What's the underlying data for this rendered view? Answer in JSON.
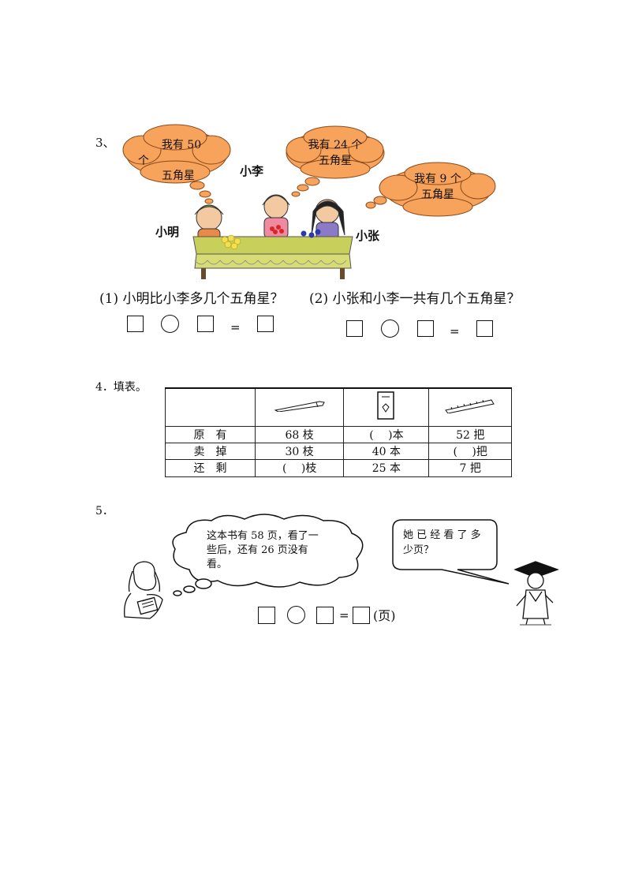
{
  "section3": {
    "number": "3、",
    "bubbles": {
      "xiaoming": {
        "line1": "我有 50",
        "line2": "个",
        "line3": "五角星"
      },
      "xiaoli": {
        "line1": "我有 24 个",
        "line2": "五角星"
      },
      "xiaozhang": {
        "line1": "我有 9 个",
        "line2": "五角星"
      }
    },
    "names": {
      "xiaoming": "小明",
      "xiaoli": "小李",
      "xiaozhang": "小张"
    },
    "q1": "(1)  小明比小李多几个五角星？",
    "q2": "(2) 小张和小李一共有几个五角星？",
    "equals": "="
  },
  "section4": {
    "title": "4．填表。",
    "rows": [
      {
        "label": "原　有",
        "c1": "68 枝",
        "c2": "(　 )本",
        "c3": "52 把"
      },
      {
        "label": "卖　掉",
        "c1": "30 枝",
        "c2": "40 本",
        "c3": "(　 )把"
      },
      {
        "label": "还　剩",
        "c1": "(　 )枝",
        "c2": "25 本",
        "c3": "7 把"
      }
    ]
  },
  "section5": {
    "number": "5．",
    "bubble_left": {
      "line1": "这本书有 58 页，看了一",
      "line2": "些后，还有 26 页没有",
      "line3": "看。"
    },
    "bubble_right": {
      "line1": "她 已 经 看 了 多",
      "line2": "少页？"
    },
    "equals": "=",
    "unit": "(页)"
  }
}
